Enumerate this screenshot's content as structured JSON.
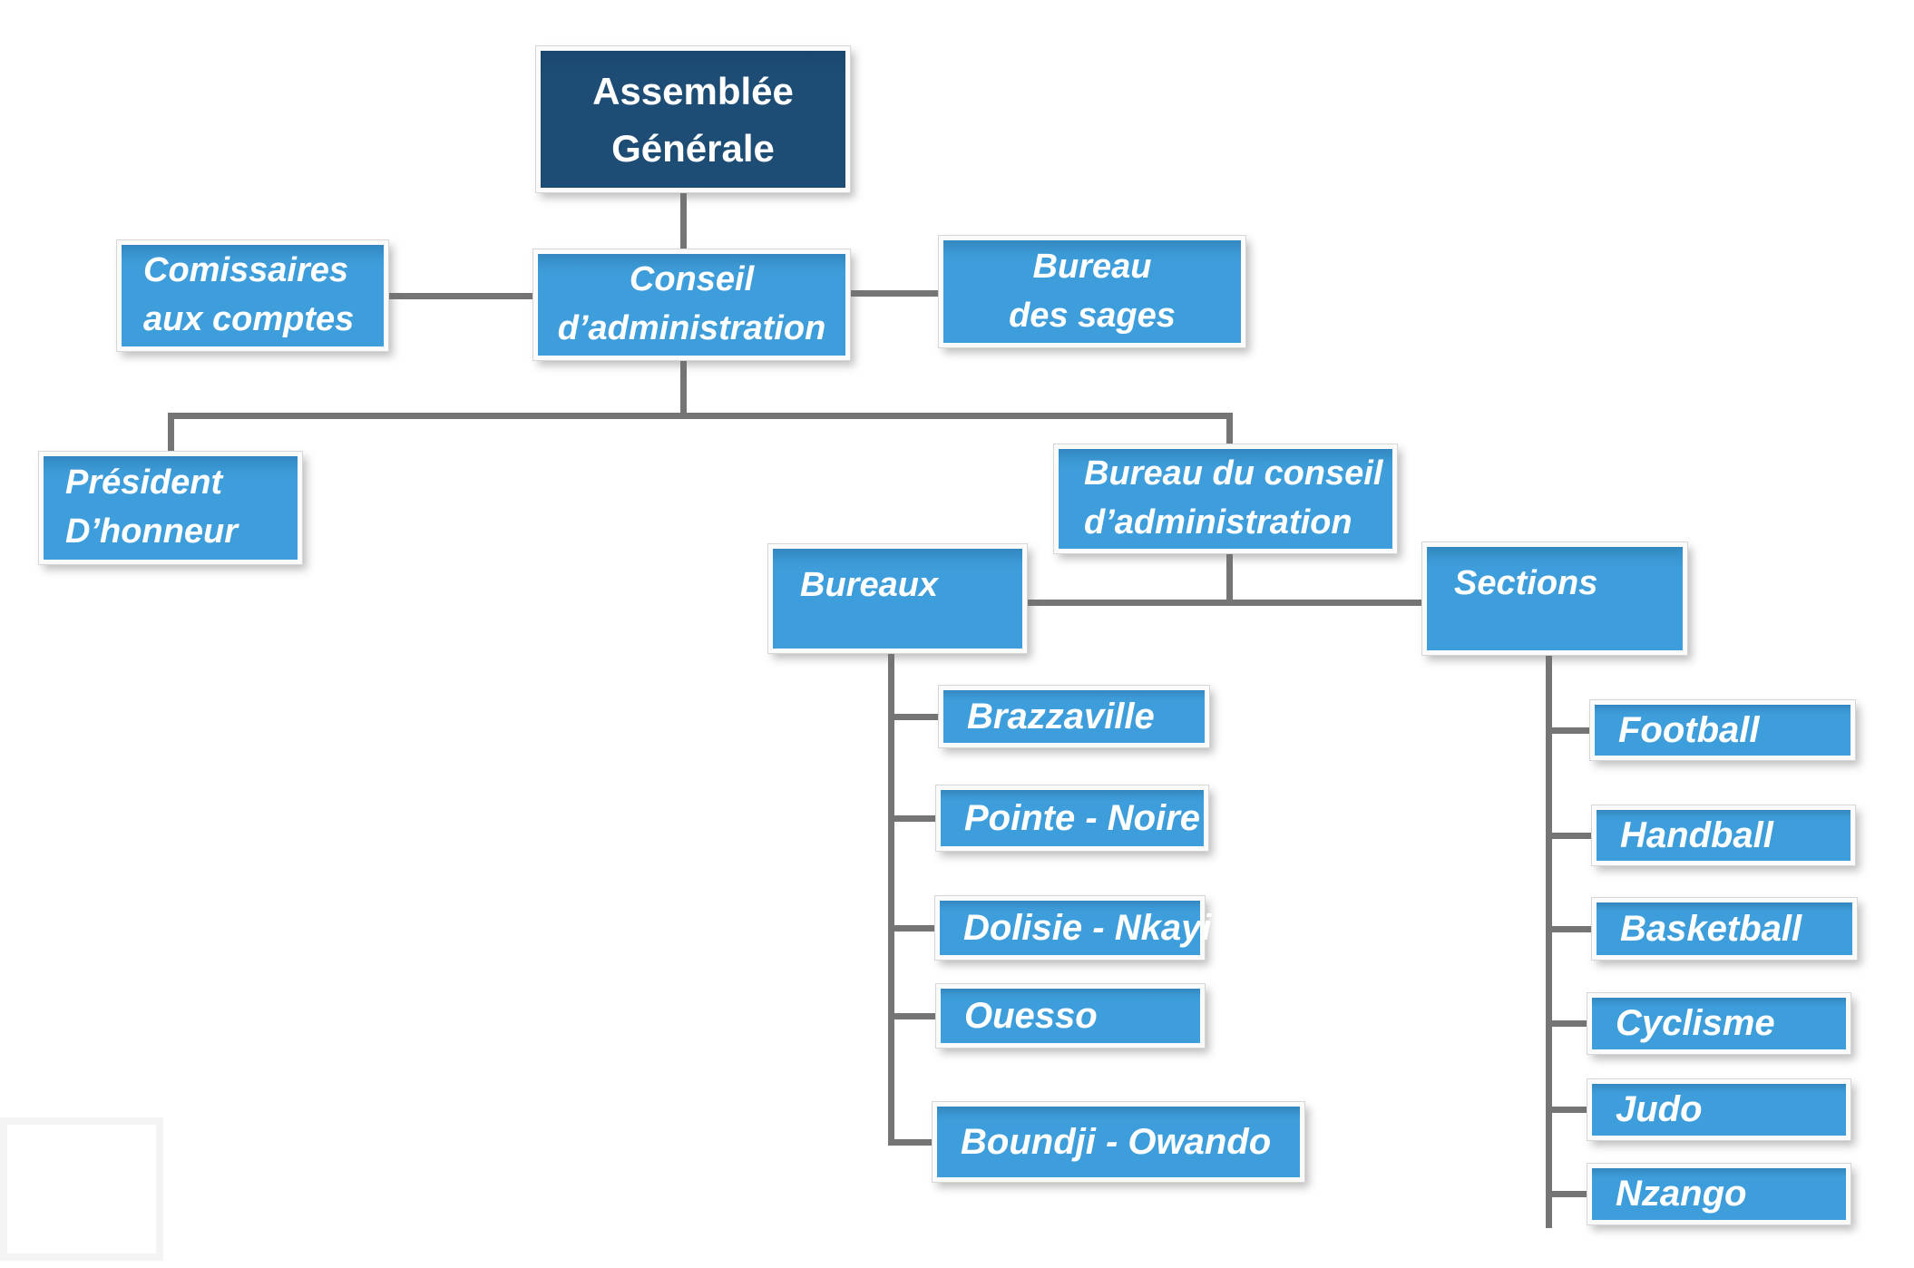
{
  "diagram_type": "organizational-chart",
  "palette": {
    "node_fill_blue": "#3E9EDB",
    "node_fill_dark_navy": "#1D4D75",
    "node_border_white": "#FBFBFB",
    "connector_gray": "#757575",
    "text_white": "#FFFFFF",
    "background": "#FFFFFF"
  },
  "nodes": {
    "assemblee": {
      "line1": "Assemblée",
      "line2": "Générale"
    },
    "comissaires": {
      "line1": "Comissaires",
      "line2": "aux comptes"
    },
    "conseil": {
      "line1": "Conseil",
      "line2": "d’administration"
    },
    "bureau_sages": {
      "line1": "Bureau",
      "line2": "des sages"
    },
    "president": {
      "line1": "Président",
      "line2": "D’honneur"
    },
    "bureau_conseil": {
      "line1": "Bureau du conseil",
      "line2": "d’administration"
    },
    "bureaux": {
      "label": "Bureaux"
    },
    "sections": {
      "label": "Sections"
    }
  },
  "bureaux_children": [
    {
      "label": "Brazzaville"
    },
    {
      "label": "Pointe - Noire"
    },
    {
      "label": "Dolisie - Nkayi"
    },
    {
      "label": "Ouesso"
    },
    {
      "label": "Boundji - Owando"
    }
  ],
  "sections_children": [
    {
      "label": "Football"
    },
    {
      "label": "Handball"
    },
    {
      "label": "Basketball"
    },
    {
      "label": "Cyclisme"
    },
    {
      "label": "Judo"
    },
    {
      "label": "Nzango"
    }
  ],
  "edges": [
    "Assemblée Générale → Conseil d’administration",
    "Comissaires aux comptes — Conseil d’administration",
    "Conseil d’administration — Bureau des sages",
    "Conseil d’administration → Président D’honneur",
    "Conseil d’administration → Bureau du conseil d’administration",
    "Bureau du conseil d’administration → Bureaux",
    "Bureau du conseil d’administration → Sections",
    "Bureaux → Brazzaville, Pointe - Noire, Dolisie - Nkayi, Ouesso, Boundji - Owando",
    "Sections → Football, Handball, Basketball, Cyclisme, Judo, Nzango"
  ]
}
